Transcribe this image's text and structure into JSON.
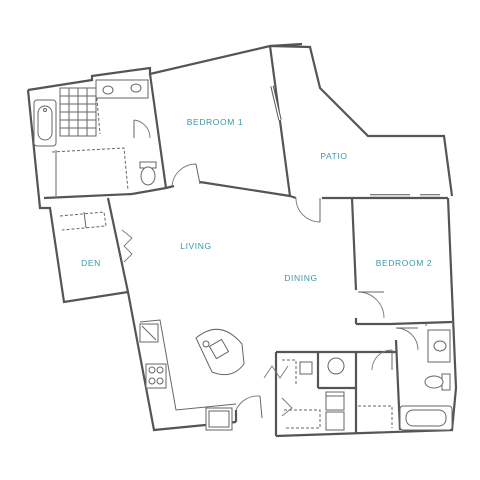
{
  "floor_plan": {
    "rooms": {
      "bedroom1": "BEDROOM 1",
      "patio": "PATIO",
      "den": "DEN",
      "living": "LIVING",
      "dining": "DINING",
      "bedroom2": "BEDROOM 2"
    },
    "label_color": "#3a98aa",
    "wall_color": "#555555"
  }
}
